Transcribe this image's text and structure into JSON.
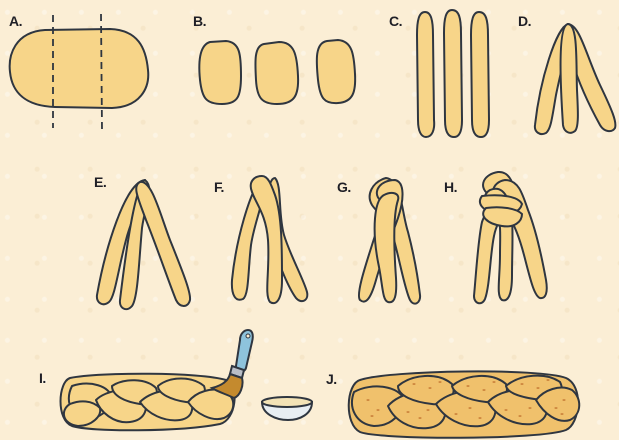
{
  "steps": [
    {
      "id": "A",
      "label": "A."
    },
    {
      "id": "B",
      "label": "B."
    },
    {
      "id": "C",
      "label": "C."
    },
    {
      "id": "D",
      "label": "D."
    },
    {
      "id": "E",
      "label": "E."
    },
    {
      "id": "F",
      "label": "F."
    },
    {
      "id": "G",
      "label": "G."
    },
    {
      "id": "H",
      "label": "H."
    },
    {
      "id": "I",
      "label": "I."
    },
    {
      "id": "J",
      "label": "J."
    }
  ],
  "colors": {
    "dough": "#f7d589",
    "baked": "#f0c16c",
    "outline": "#2f3640",
    "brush_handle": "#8ec3dc",
    "background": "#fbeed5"
  },
  "icons": [
    "pastry-brush-icon",
    "egg-wash-bowl-icon"
  ]
}
